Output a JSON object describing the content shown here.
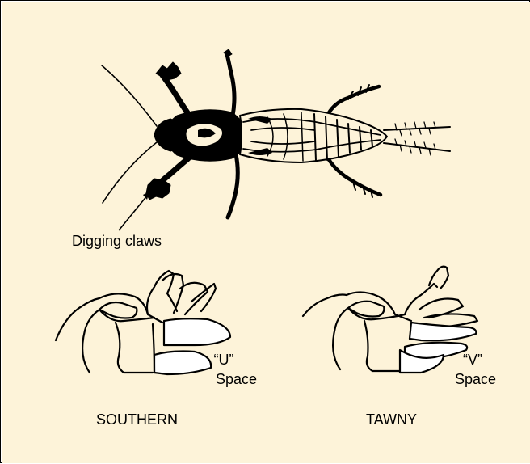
{
  "colors": {
    "background": "#fdf3d9",
    "ink": "#000000",
    "frame": "#000000"
  },
  "labels": {
    "digging_claws": "Digging claws",
    "southern_space_letter": "“U”",
    "southern_space_word": "Space",
    "southern_name": "SOUTHERN",
    "tawny_space_letter": "“V”",
    "tawny_space_word": "Space",
    "tawny_name": "TAWNY"
  }
}
